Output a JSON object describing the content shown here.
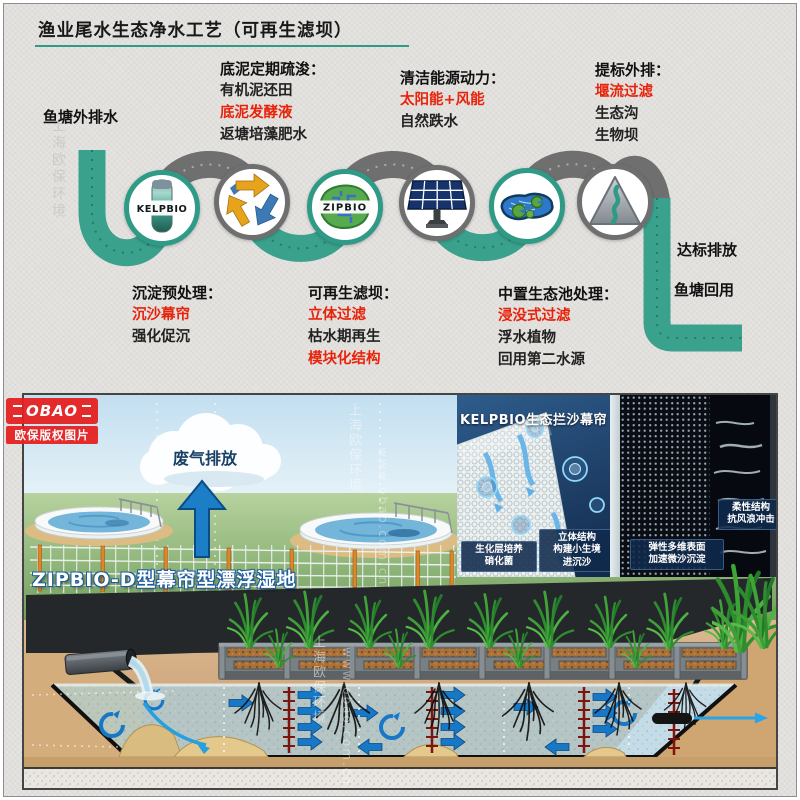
{
  "title": "渔业尾水生态净水工艺（可再生滤坝）",
  "flow": {
    "inlet_label": "鱼塘外排水",
    "outlet_label_top": "达标排放",
    "outlet_label_bottom": "鱼塘回用",
    "blocks": [
      {
        "header": "底泥定期疏浚：",
        "lines": [
          {
            "text": "有机泥还田",
            "tone": "dark"
          },
          {
            "text": "底泥发酵液",
            "tone": "red"
          },
          {
            "text": "返塘培藻肥水",
            "tone": "dark"
          }
        ]
      },
      {
        "header": "清洁能源动力：",
        "lines": [
          {
            "text": "太阳能+风能",
            "tone": "red"
          },
          {
            "text": "自然跌水",
            "tone": "dark"
          }
        ]
      },
      {
        "header": "提标外排：",
        "lines": [
          {
            "text": "堰流过滤",
            "tone": "red"
          },
          {
            "text": "生态沟",
            "tone": "dark"
          },
          {
            "text": "生物坝",
            "tone": "dark"
          }
        ]
      },
      {
        "header": "沉淀预处理：",
        "lines": [
          {
            "text": "沉沙幕帘",
            "tone": "red"
          },
          {
            "text": "强化促沉",
            "tone": "dark"
          }
        ]
      },
      {
        "header": "可再生滤坝：",
        "lines": [
          {
            "text": "立体过滤",
            "tone": "red"
          },
          {
            "text": "枯水期再生",
            "tone": "dark"
          },
          {
            "text": "模块化结构",
            "tone": "red"
          }
        ]
      },
      {
        "header": "中置生态池处理：",
        "lines": [
          {
            "text": "浸没式过滤",
            "tone": "red"
          },
          {
            "text": "浮水植物",
            "tone": "dark"
          },
          {
            "text": "回用第二水源",
            "tone": "dark"
          }
        ]
      }
    ],
    "nodes": [
      {
        "icon": "test-tube-curtain-icon",
        "label": "KELPBIO"
      },
      {
        "icon": "recycle-icon",
        "label": ""
      },
      {
        "icon": "filter-dam-maze-icon",
        "label": "ZIPBIO"
      },
      {
        "icon": "solar-panel-icon",
        "label": ""
      },
      {
        "icon": "pond-lilypad-icon",
        "label": ""
      },
      {
        "icon": "mountain-stream-icon",
        "label": ""
      }
    ]
  },
  "illustration": {
    "badge": {
      "logo": "OBAO",
      "caption": "欧保版权图片"
    },
    "cloud_label": "废气排放",
    "wetland_label": "ZIPBIO-D型幕帘型漂浮湿地",
    "inset_title": "KELPBIO生态拦沙幕帘",
    "tags": [
      "生化层培养\n硝化菌",
      "立体结构\n构建小生境\n进沉沙",
      "弹性多维表面\n加速微沙沉淀",
      "柔性结构\n抗风浪冲击"
    ],
    "watermarks": {
      "name": "上海欧保环境",
      "url": "www.obao.com.cn"
    }
  },
  "colors": {
    "teal": "#2f9a86",
    "pipe_gray": "#6f6f6f",
    "red_accent": "#e8230b",
    "water": "#b5c5c5",
    "sand": "#e3c98c",
    "arrow_blue": "#1878c8",
    "badge_red": "#e52222"
  }
}
